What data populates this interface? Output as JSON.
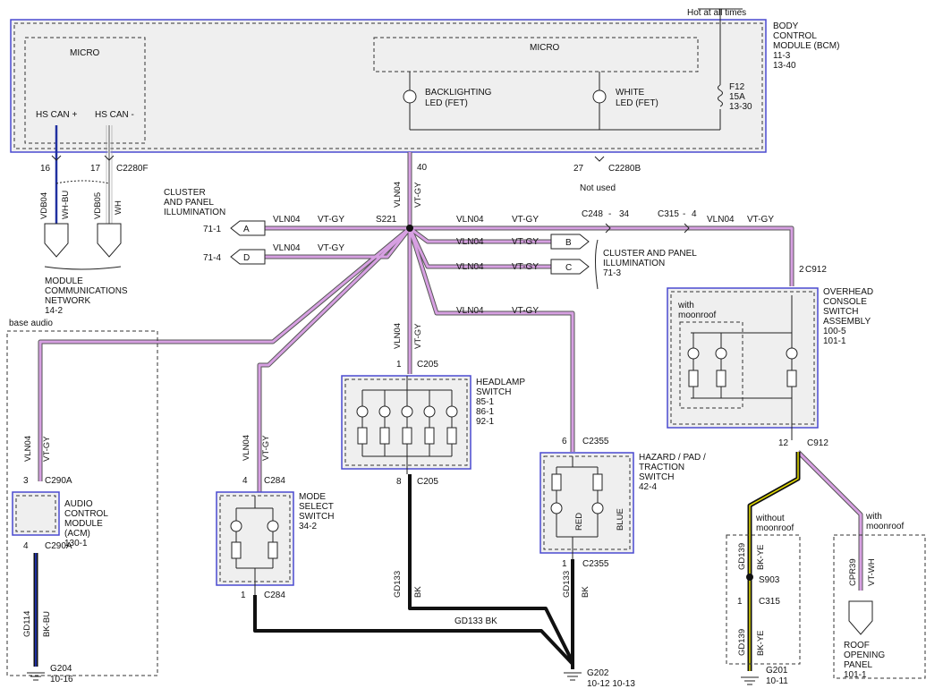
{
  "colors": {
    "module_border": "#4a4ad0",
    "module_fill": "#efefef",
    "wire_violet": "#d7a0e2",
    "wire_black": "#111111",
    "wire_yellow": "#e8e000",
    "wire_blue": "#2030a0"
  },
  "labels": {
    "hot": "Hot at all times",
    "bcm": [
      "BODY",
      "CONTROL",
      "MODULE (BCM)",
      "11-3",
      "13-40"
    ],
    "micro1": "MICRO",
    "micro2": "MICRO",
    "hs_can_p": "HS CAN +",
    "hs_can_m": "HS CAN -",
    "backlight": [
      "BACKLIGHTING",
      "LED (FET)"
    ],
    "white_led": [
      "WHITE",
      "LED (FET)"
    ],
    "fuse": [
      "F12",
      "15A",
      "13-30"
    ],
    "pin16": "16",
    "pin17": "17",
    "c2280f": "C2280F",
    "pin40": "40",
    "pin27": "27",
    "c2280b": "C2280B",
    "not_used": "Not used",
    "vdb04": "VDB04",
    "wh_bu": "WH-BU",
    "vdb05": "VDB05",
    "wh": "WH",
    "mcn": [
      "MODULE",
      "COMMUNICATIONS",
      "NETWORK",
      "14-2"
    ],
    "cpi_left": [
      "CLUSTER",
      "AND PANEL",
      "ILLUMINATION"
    ],
    "vln04": "VLN04",
    "vt_gy": "VT-GY",
    "s221": "S221",
    "ref_711": "71-1",
    "ref_714": "71-4",
    "conn_a": "A",
    "conn_b": "B",
    "conn_c": "C",
    "conn_d": "D",
    "c248": "C248",
    "c248_pin": "34",
    "c315_top": "C315",
    "c315_top_pin": "4",
    "dash": "-",
    "cpi_right": [
      "CLUSTER AND PANEL",
      "ILLUMINATION",
      "71-3"
    ],
    "pin2": "2",
    "c912": "C912",
    "overhead": [
      "OVERHEAD",
      "CONSOLE",
      "SWITCH",
      "ASSEMBLY",
      "100-5",
      "101-1"
    ],
    "with_moonroof": [
      "with",
      "moonroof"
    ],
    "pin12": "12",
    "c912b": "C912",
    "base_audio": "base audio",
    "pin3": "3",
    "c290a": "C290A",
    "acm": [
      "AUDIO",
      "CONTROL",
      "MODULE",
      "(ACM)",
      "130-1"
    ],
    "pin4b": "4",
    "c290a_b": "C290A",
    "gd114": "GD114",
    "bk_bu": "BK-BU",
    "g204": [
      "G204",
      "10-16"
    ],
    "pin4": "4",
    "c284": "C284",
    "mode_sel": [
      "MODE",
      "SELECT",
      "SWITCH",
      "34-2"
    ],
    "pin1a": "1",
    "c284b": "C284",
    "pin1b": "1",
    "c205": "C205",
    "headlamp": [
      "HEADLAMP",
      "SWITCH",
      "85-1",
      "86-1",
      "92-1"
    ],
    "pin8": "8",
    "c205b": "C205",
    "gd133": "GD133",
    "bk": "BK",
    "gd133_bk": "GD133   BK",
    "pin6": "6",
    "c2355": "C2355",
    "hazard": [
      "HAZARD / PAD /",
      "TRACTION",
      "SWITCH",
      "42-4"
    ],
    "red": "RED",
    "blue": "BLUE",
    "pin1c": "1",
    "c2355b": "C2355",
    "g202": [
      "G202",
      "10-12   10-13"
    ],
    "without_moonroof": [
      "without",
      "moonroof"
    ],
    "gd139": "GD139",
    "bk_ye": "BK-YE",
    "s903": "S903",
    "pin1d": "1",
    "c315": "C315",
    "g201": [
      "G201",
      "10-11"
    ],
    "with_moonroof2": [
      "with",
      "moonroof"
    ],
    "cpr39": "CPR39",
    "vt_wh": "VT-WH",
    "roof": [
      "ROOF",
      "OPENING",
      "PANEL",
      "101-1"
    ]
  }
}
